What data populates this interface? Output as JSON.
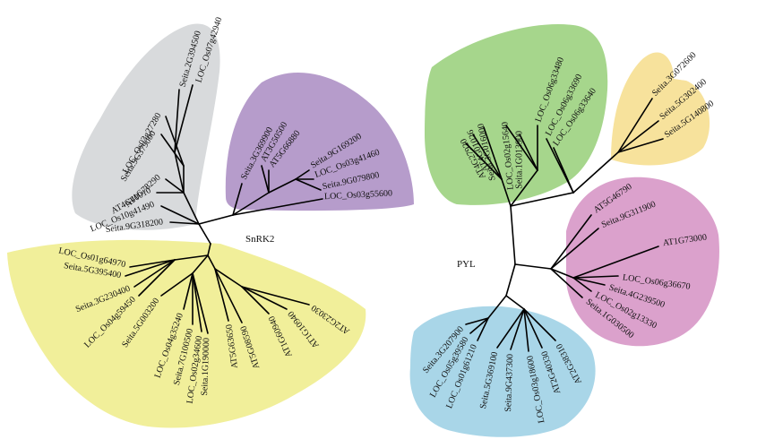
{
  "trees": [
    {
      "name": "SnRK2",
      "clades": [
        {
          "color": "#d8dadc",
          "leaves": [
            "LOC_Os07g42940",
            "Seita.2G394500",
            "LOC_Os03g27280",
            "Seita.9G379000",
            "AT1G78290",
            "AT4G40010",
            "LOC_Os10g41490",
            "Seita.9G318200"
          ]
        },
        {
          "color": "#b69ccb",
          "leaves": [
            "Seita.3G369900",
            "AT3G50500",
            "AT5G66880",
            "Seita.9G169200",
            "LOC_Os03g41460",
            "Seita.9G079800",
            "LOC_Os03g55600"
          ]
        },
        {
          "color": "#f1ef9a",
          "leaves": [
            "LOC_Os01g64970",
            "Seita.5G395400",
            "Seita.3G230400",
            "LOC_Os04g59450",
            "Seita.5G003200",
            "LOC_Os04g35240",
            "Seita.7G100500",
            "LOC_Os02g34600",
            "Seita.1G190000",
            "AT5G63650",
            "AT5G08590",
            "AT1G60940",
            "AT1G10940",
            "AT2G23030"
          ]
        }
      ]
    },
    {
      "name": "PYL",
      "clades": [
        {
          "color": "#a6d68c",
          "leaves": [
            "AT4G27920",
            "AT4G01026",
            "Seita.3G016000",
            "LOC_Os02g15640",
            "Seita.1G013900",
            "LOC_Os06g33480",
            "LOC_Os06g33690",
            "LOC_Os06g33640"
          ]
        },
        {
          "color": "#f7e29c",
          "leaves": [
            "Seita.3G072600",
            "Seita.5G302400",
            "Seita.5G140800"
          ]
        },
        {
          "color": "#dba1cc",
          "leaves": [
            "AT5G46790",
            "Seita.9G311900",
            "AT1G73000",
            "LOC_Os06g36670",
            "Seita.4G239500",
            "LOC_Os02g13330",
            "Seita.1G030500"
          ]
        },
        {
          "color": "#a9d6e8",
          "leaves": [
            "Seita.3G207900",
            "LOC_Os05g39580",
            "LOC_Os01g61210",
            "Seita.5G369100",
            "Seita.9G437300",
            "LOC_Os03g18600",
            "AT2G40330",
            "AT2G38310"
          ]
        }
      ]
    }
  ]
}
